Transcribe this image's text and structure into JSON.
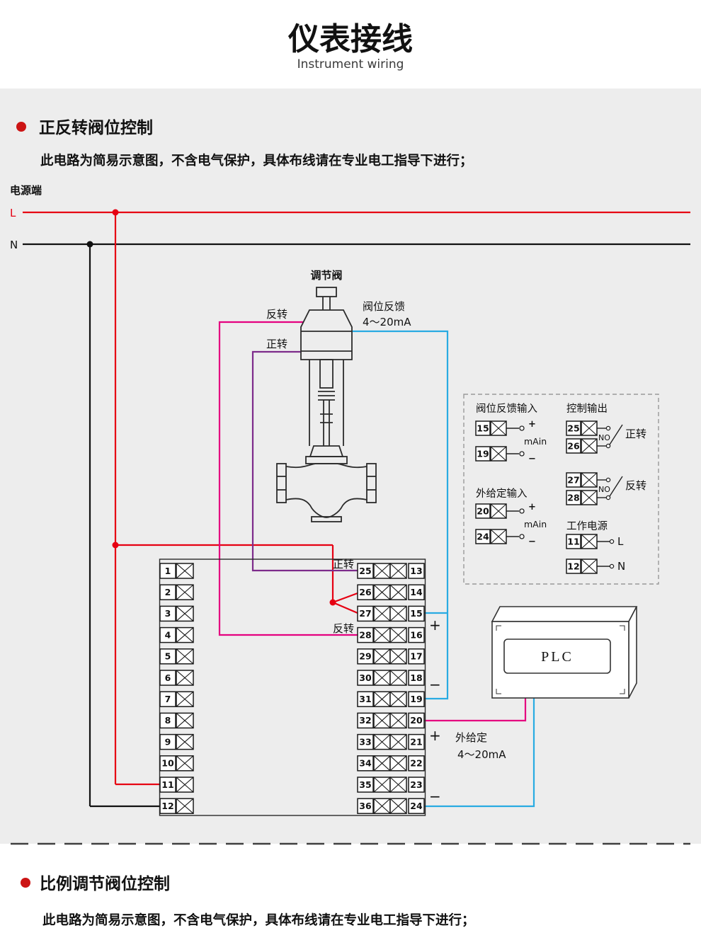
{
  "header": {
    "title": "仪表接线",
    "subtitle": "Instrument wiring"
  },
  "sections": {
    "top": {
      "heading": "正反转阀位控制",
      "note": "此电路为简易示意图，不含电气保护，具体布线请在专业电工指导下进行；"
    },
    "bottom": {
      "heading": "比例调节阀位控制",
      "note": "此电路为简易示意图，不含电气保护，具体布线请在专业电工指导下进行；"
    }
  },
  "power": {
    "label": "电源端",
    "l": "L",
    "n": "N"
  },
  "valve": {
    "name": "调节阀",
    "reverse": "反转",
    "forward": "正转",
    "feedback_label": "阀位反馈",
    "feedback_range": "4～20mA"
  },
  "panel": {
    "feedback": {
      "title": "阀位反馈输入",
      "terminals": [
        "15",
        "19"
      ],
      "plus": "+",
      "minus": "−",
      "signal": "mAin"
    },
    "control": {
      "title": "控制输出",
      "no": "NO",
      "pairs": [
        {
          "a": "25",
          "b": "26",
          "label": "正转"
        },
        {
          "a": "27",
          "b": "28",
          "label": "反转"
        }
      ]
    },
    "external": {
      "title": "外给定输入",
      "terminals": [
        "20",
        "24"
      ],
      "plus": "+",
      "minus": "−",
      "signal": "mAin"
    },
    "supply": {
      "title": "工作电源",
      "terminals": [
        "11",
        "12"
      ],
      "l": "L",
      "n": "N"
    }
  },
  "main_block": {
    "left_numbers": [
      "1",
      "2",
      "3",
      "4",
      "5",
      "6",
      "7",
      "8",
      "9",
      "10",
      "11",
      "12"
    ],
    "mid_numbers": [
      "25",
      "26",
      "27",
      "28",
      "29",
      "30",
      "31",
      "32",
      "33",
      "34",
      "35",
      "36"
    ],
    "right_numbers": [
      "13",
      "14",
      "15",
      "16",
      "17",
      "18",
      "19",
      "20",
      "21",
      "22",
      "23",
      "24"
    ],
    "forward_label": "正转",
    "reverse_label": "反转",
    "fb_plus": "+",
    "fb_minus": "−",
    "ext_plus": "+",
    "ext_minus": "−",
    "external_label": "外给定",
    "external_range": "4～20mA"
  },
  "plc": {
    "label": "PLC"
  },
  "colors": {
    "wire_red": "#e60012",
    "wire_pink": "#e4007f",
    "wire_purple": "#7d2b8b",
    "wire_cyan": "#29abe2",
    "bullet": "#cc1414",
    "bg": "#ededed"
  }
}
